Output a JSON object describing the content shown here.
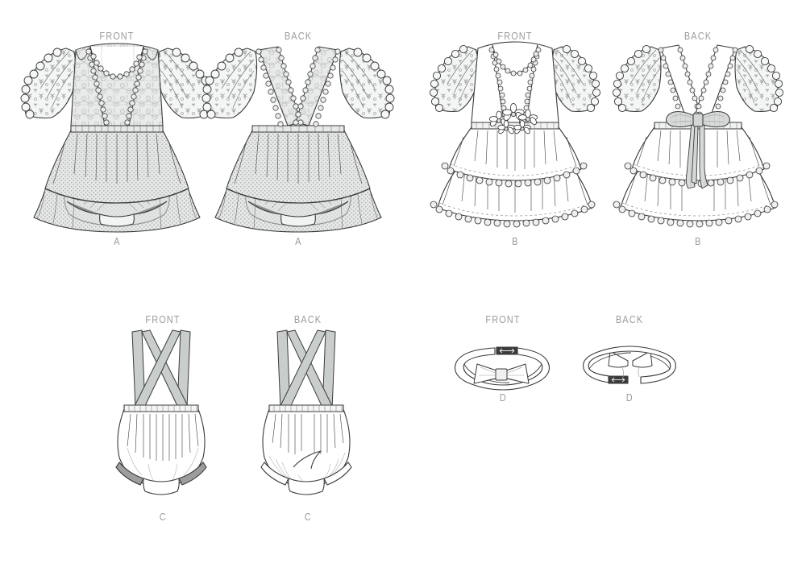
{
  "page": {
    "kind": "sewing-pattern-line-drawings",
    "background_color": "#ffffff",
    "line_color": "#3a3a3a",
    "label_color": "#9b9b9b",
    "strap_fill": "#c9cdcb",
    "lace_fill": "#e4e6e5",
    "mesh_fill": "#dcdedd"
  },
  "views": [
    {
      "id": "a-front",
      "orientation": "FRONT",
      "code": "A",
      "description": "Romper with lace bodice, scalloped eyelet flutter sleeves, tiered dotted-mesh overskirt and bloomer"
    },
    {
      "id": "a-back",
      "orientation": "BACK",
      "code": "A",
      "description": "Romper back with crossed V lace straps, tiered dotted-mesh overskirt and bloomer"
    },
    {
      "id": "b-front",
      "orientation": "FRONT",
      "code": "B",
      "description": "Top with scoop neck, eyelet flutter sleeves, daisy trim at waist and two pompom-edged tiered ruffles"
    },
    {
      "id": "b-back",
      "orientation": "BACK",
      "code": "B",
      "description": "Top back with deep V straps, waist bow with long ties and two pompom-edged tiered ruffles"
    },
    {
      "id": "c-front",
      "orientation": "FRONT",
      "code": "C",
      "description": "Bloomer with crossed suspender straps and elastic waist and leg openings"
    },
    {
      "id": "c-back",
      "orientation": "BACK",
      "code": "C",
      "description": "Bloomer back with crossed suspender straps and gathered seat"
    },
    {
      "id": "d-front",
      "orientation": "FRONT",
      "code": "D",
      "description": "Headband front with bow trim"
    },
    {
      "id": "d-back",
      "orientation": "BACK",
      "code": "D",
      "description": "Headband back with elastic opening"
    }
  ]
}
